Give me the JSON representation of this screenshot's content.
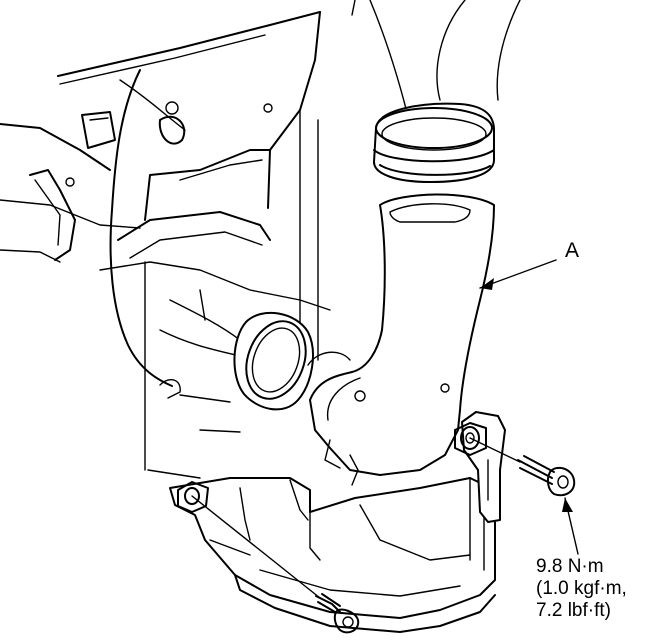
{
  "diagram": {
    "callout_label": "A",
    "torque_spec": {
      "line1": "9.8 N·m",
      "line2": "(1.0 kgf·m,",
      "line3": "7.2 lbf·ft)"
    }
  },
  "colors": {
    "line": "#000000",
    "background": "#ffffff"
  }
}
